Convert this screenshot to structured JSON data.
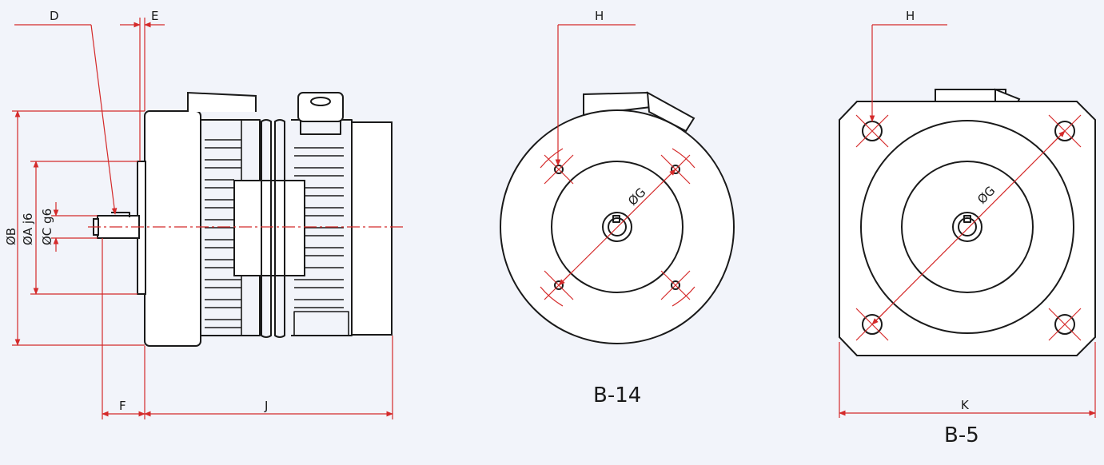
{
  "colors": {
    "background": "#f2f4fa",
    "outline": "#1a1a1a",
    "dimension": "#d42a2a"
  },
  "side_view": {
    "label_D": "D",
    "label_E": "E",
    "label_B": "ØB",
    "label_A": "ØA j6",
    "label_C": "ØC g6",
    "label_F": "F",
    "label_J": "J"
  },
  "b14_view": {
    "label_H": "H",
    "label_G": "ØG",
    "title": "B-14"
  },
  "b5_view": {
    "label_H": "H",
    "label_G": "ØG",
    "label_K": "K",
    "title": "B-5"
  }
}
